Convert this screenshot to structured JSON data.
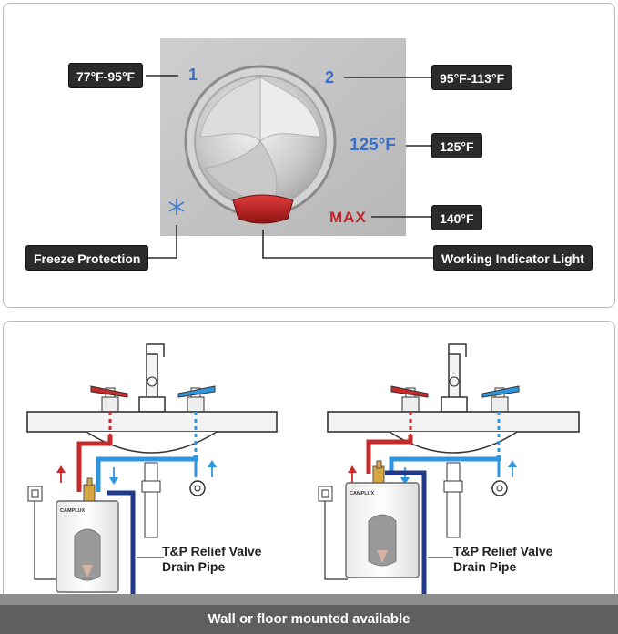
{
  "control_panel": {
    "dial_labels": {
      "pos1": "1",
      "pos2": "2",
      "pos125": "125°F",
      "max": "MAX"
    },
    "callouts": {
      "low_range": "77°F-95°F",
      "mid_range": "95°F-113°F",
      "temp_125": "125°F",
      "temp_max": "140°F",
      "freeze": "Freeze Protection",
      "indicator": "Working Indicator Light"
    },
    "icons": {
      "freeze": "snowflake-icon"
    }
  },
  "installation": {
    "left": {
      "brand": "CAMPLUX",
      "caption_line1": "T&P Relief Valve",
      "caption_line2": "Drain Pipe"
    },
    "right": {
      "brand": "CAMPLUX",
      "caption_line1": "T&P Relief Valve",
      "caption_line2": "Drain Pipe"
    },
    "footer": "Wall or floor mounted available"
  },
  "colors": {
    "hot": "#c62a2a",
    "cold": "#2f95dd",
    "drain": "#1f3a8a",
    "label_bg": "#2b2b2b",
    "dial_blue": "#3a6fc4",
    "max_red": "#c4262a"
  }
}
